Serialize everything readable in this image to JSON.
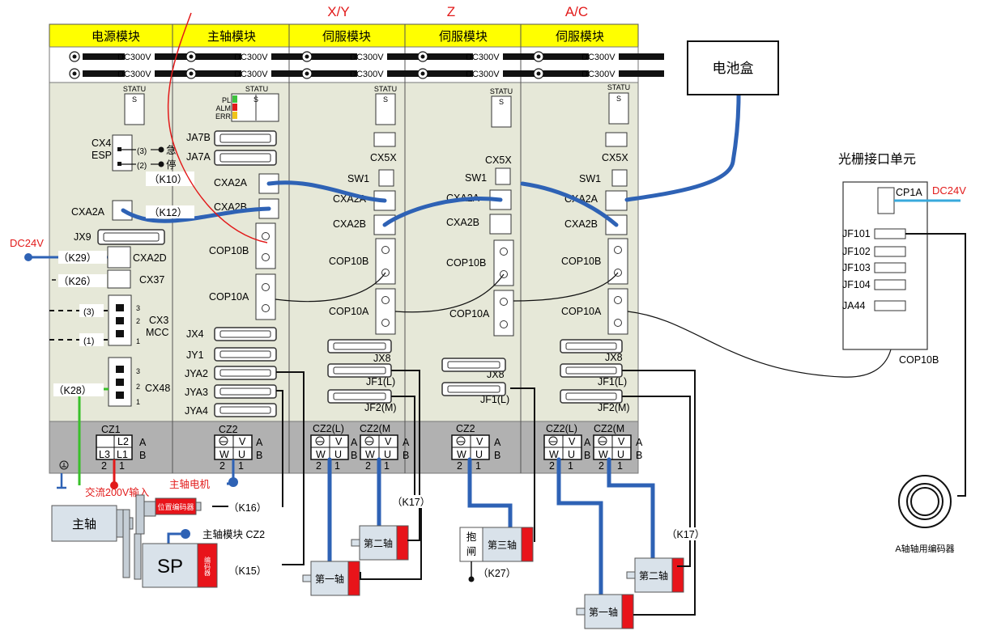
{
  "axis_labels": {
    "xy": "X/Y",
    "z": "Z",
    "ac": "A/C"
  },
  "modules": {
    "power": "电源模块",
    "spindle": "主轴模块",
    "servo_xy": "伺服模块",
    "servo_z": "伺服模块",
    "servo_ac": "伺服模块"
  },
  "dc300v": "DC300V",
  "statu": "STATU",
  "s": "S",
  "pl": "PL",
  "alm": "ALM",
  "err": "ERR",
  "battery_box": "电池盒",
  "scale_unit": {
    "title": "光栅接口单元",
    "cp1a": "CP1A",
    "dc24v": "DC24V",
    "ports": [
      "JF101",
      "JF102",
      "JF103",
      "JF104",
      "JA44"
    ],
    "cop10b": "COP10B"
  },
  "encoder_a": "A轴轴用编码器",
  "power_module": {
    "cx4": "CX4",
    "esp": "ESP",
    "p3": "(3)",
    "p2": "(2)",
    "estop1": "急",
    "estop2": "停",
    "k10": "（K10）",
    "cxa2a": "CXA2A",
    "k12": "（K12）",
    "jx9": "JX9",
    "dc24v": "DC24V",
    "k29": "（K29）",
    "cxa2d": "CXA2D",
    "k26": "（K26）",
    "cx37": "CX37",
    "cx3": "CX3",
    "mcc": "MCC",
    "q3": "(3)",
    "q1": "(1)",
    "k28": "（K28）",
    "cx48": "CX48",
    "cz1": "CZ1",
    "l2": "L2",
    "l3": "L3",
    "l1": "L1",
    "ac200": "交流200V输入"
  },
  "spindle_module": {
    "ja7b": "JA7B",
    "ja7a": "JA7A",
    "cxa2a": "CXA2A",
    "cxa2b": "CXA2B",
    "cop10b": "COP10B",
    "cop10a": "COP10A",
    "jx4": "JX4",
    "jy1": "JY1",
    "jya2": "JYA2",
    "jya3": "JYA3",
    "jya4": "JYA4",
    "cz2": "CZ2",
    "motor_label": "主轴电机",
    "spindle": "主轴",
    "pos_encoder": "位置编码器",
    "k16": "（K16）",
    "sp_cz2": "主轴模块 CZ2",
    "sp": "SP",
    "encoder": "编码器",
    "k15": "（K15）"
  },
  "servo_xy": {
    "cx5x": "CX5X",
    "sw1": "SW1",
    "cxa2a": "CXA2A",
    "cxa2b": "CXA2B",
    "cop10b": "COP10B",
    "cop10a": "COP10A",
    "jx8": "JX8",
    "jf1": "JF1(L)",
    "jf2": "JF2(M)",
    "cz2l": "CZ2(L)",
    "cz2m": "CZ2(M",
    "k17": "（K17）",
    "axis2": "第二轴",
    "axis1": "第一轴"
  },
  "servo_z": {
    "cx5x": "CX5X",
    "sw1": "SW1",
    "cxa2a": "CXA2A",
    "cxa2b": "CXA2B",
    "cop10b": "COP10B",
    "cop10a": "COP10A",
    "jx8": "JX8",
    "jf1": "JF1(L)",
    "cz2": "CZ2",
    "brake1": "抱",
    "brake2": "闸",
    "axis3": "第三轴",
    "k27": "（K27）"
  },
  "servo_ac": {
    "cx5x": "CX5X",
    "sw1": "SW1",
    "cxa2a": "CXA2A",
    "cxa2b": "CXA2B",
    "cop10b": "COP10B",
    "cop10a": "COP10A",
    "jx8": "JX8",
    "jf1": "JF1(L)",
    "jf2": "JF2(M)",
    "cz2l": "CZ2(L)",
    "cz2m": "CZ2(M",
    "k17": "（K17）",
    "axis2": "第二轴",
    "axis1": "第一轴"
  },
  "terminal": {
    "a": "A",
    "b": "B",
    "v": "V",
    "w": "W",
    "u": "U",
    "n2": "2",
    "n1": "1"
  },
  "colors": {
    "module_bg": "#e6e8d8",
    "header": "#ffff00",
    "terminal_bg": "#b1b1b1",
    "cable_blue": "#2e62b5",
    "red": "#e21a1a",
    "green": "#39c02a",
    "encoder_red": "#e8141a"
  }
}
